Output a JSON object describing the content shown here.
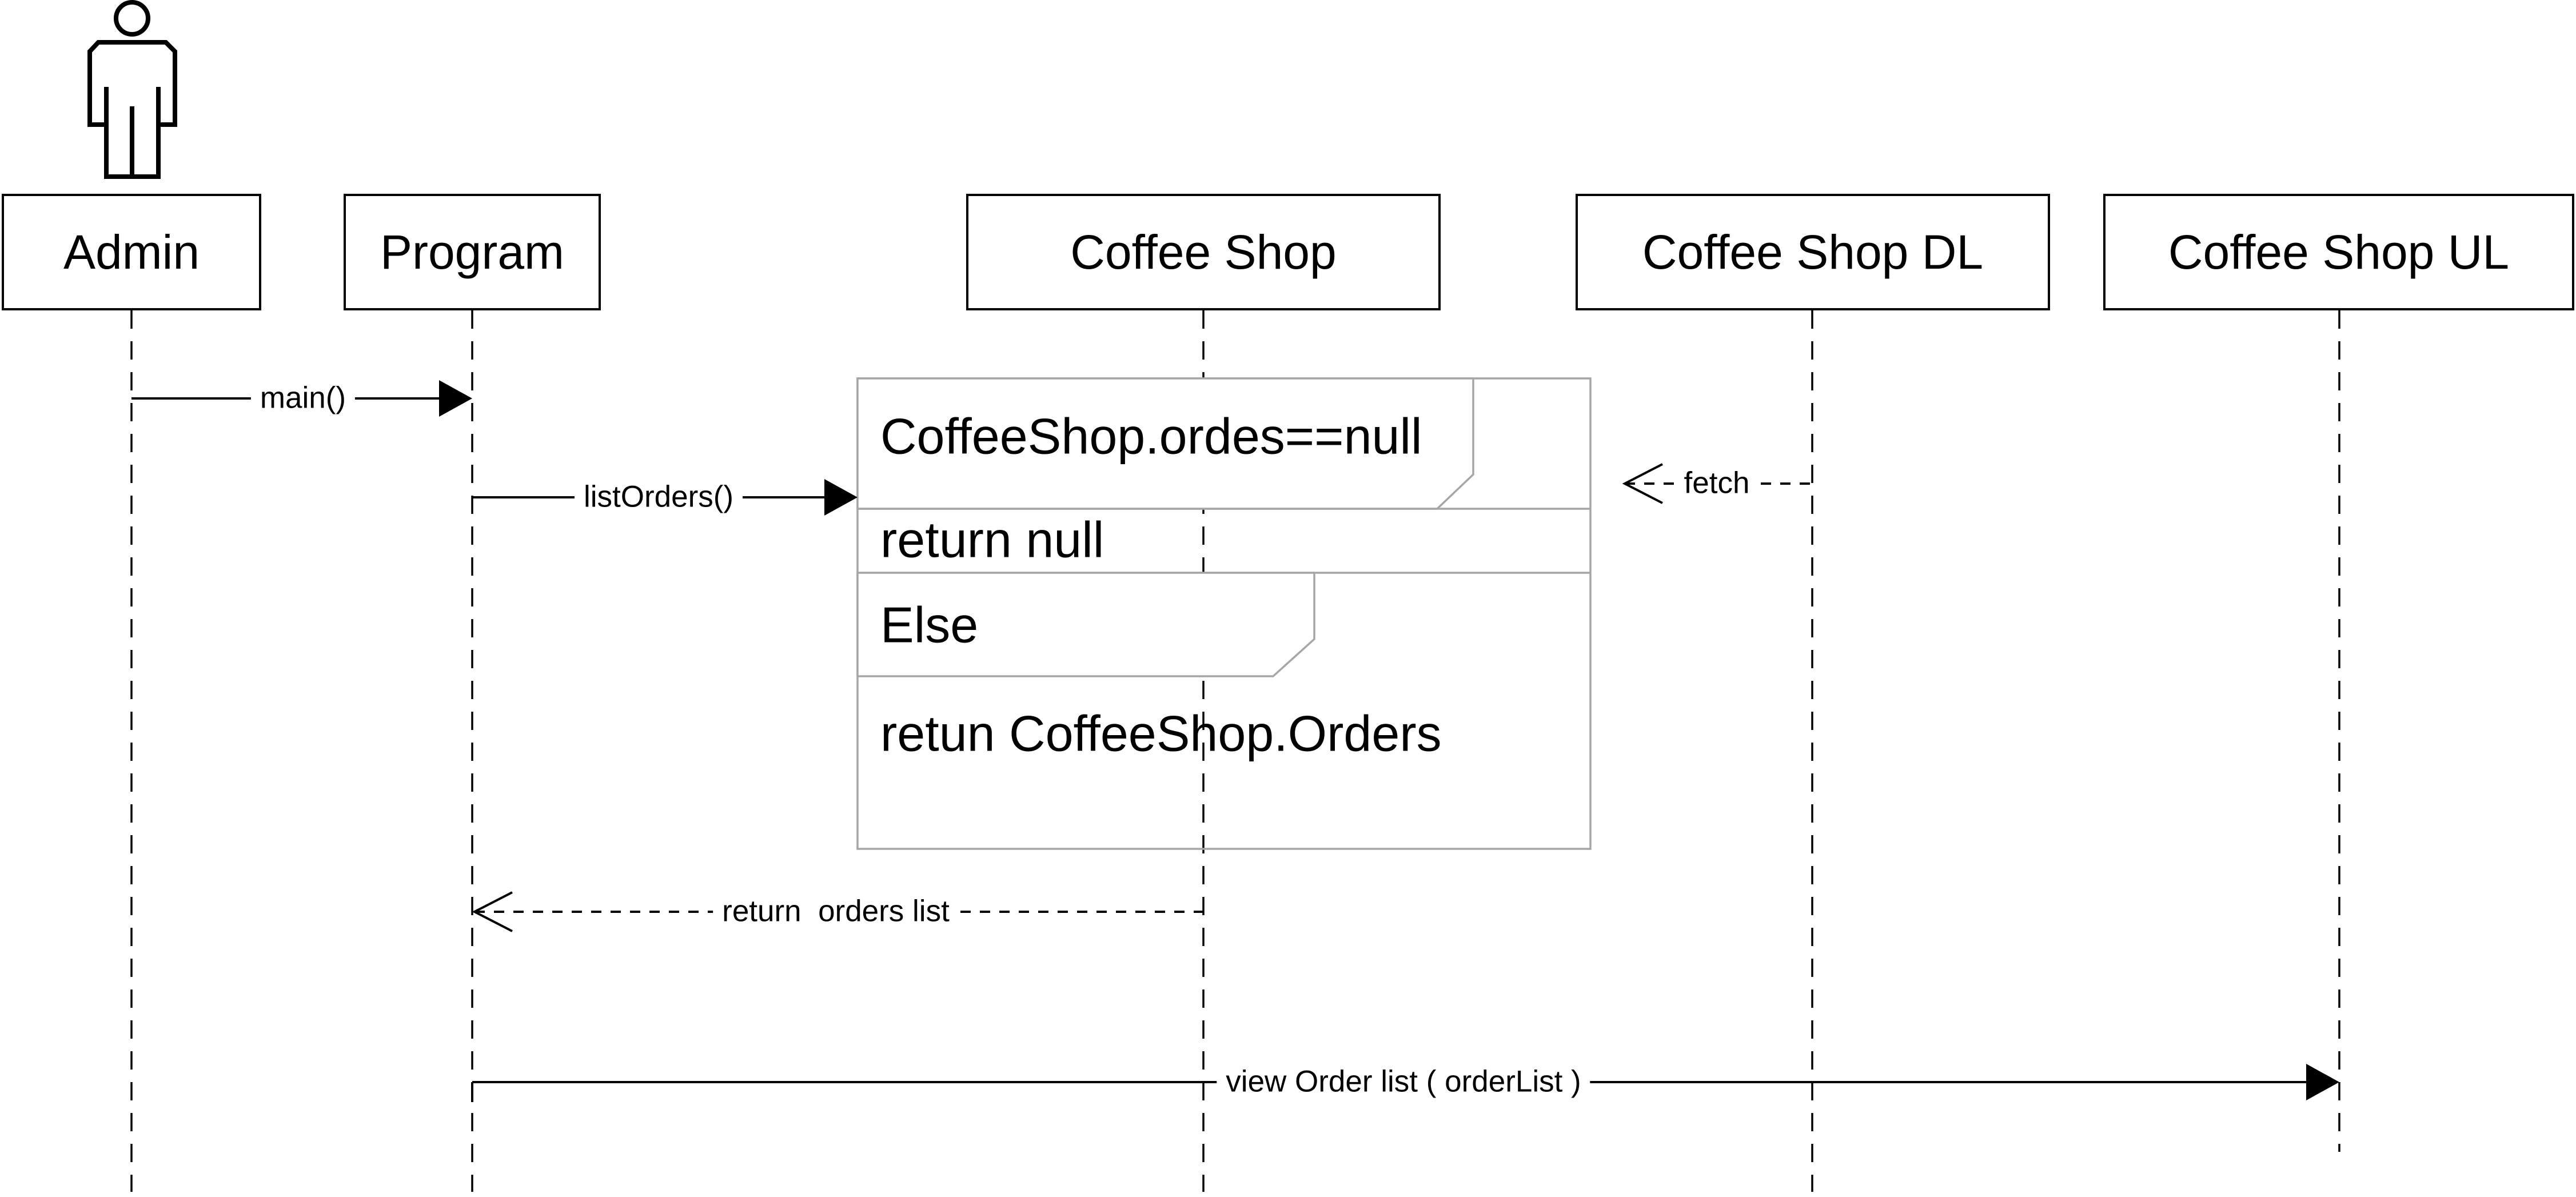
{
  "diagram": {
    "kind": "uml-sequence-diagram",
    "colors": {
      "stroke": "#000000",
      "fragment_border": "#a6a6a6",
      "background": "#ffffff",
      "text": "#000000"
    }
  },
  "actors": [
    {
      "label": "Admin",
      "type": "human-actor",
      "icon": "person-icon"
    },
    {
      "label": "Program",
      "type": "object"
    },
    {
      "label": "Coffee Shop",
      "type": "object"
    },
    {
      "label": "Coffee Shop DL",
      "type": "object"
    },
    {
      "label": "Coffee Shop UL",
      "type": "object"
    }
  ],
  "messages": [
    {
      "label": "main()",
      "from": "Admin",
      "to": "Program",
      "line": "solid",
      "arrowhead": "filled"
    },
    {
      "label": "listOrders()",
      "from": "Program",
      "to": "Coffee Shop",
      "line": "solid",
      "arrowhead": "filled"
    },
    {
      "label": "fetch",
      "from": "Coffee Shop DL",
      "to": "Coffee Shop",
      "line": "dashed",
      "arrowhead": "open"
    },
    {
      "label": "return  orders list",
      "from": "Coffee Shop",
      "to": "Program",
      "line": "dashed",
      "arrowhead": "open"
    },
    {
      "label": "view Order list ( orderList )",
      "from": "Program",
      "to": "Coffee Shop UL",
      "line": "solid",
      "arrowhead": "filled"
    }
  ],
  "fragment": {
    "guard": "CoffeeShop.ordes==null",
    "if_body": "return null",
    "else_label": "Else",
    "else_body": "retun CoffeeShop.Orders"
  }
}
